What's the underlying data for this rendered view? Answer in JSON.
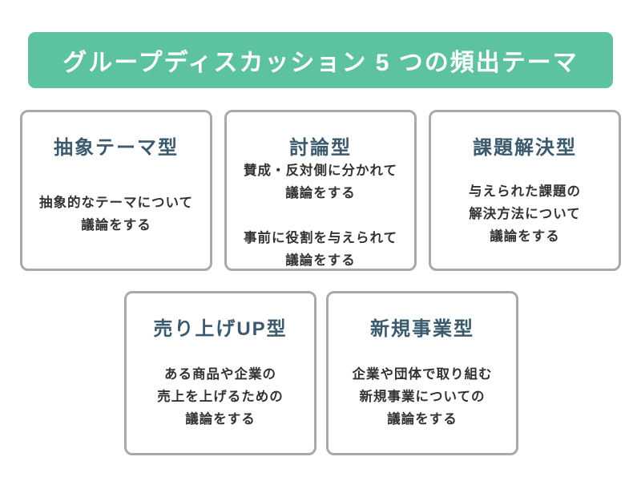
{
  "banner": {
    "title": "グループディスカッション 5 つの頻出テーマ",
    "bg_color": "#5cc2a0",
    "text_color": "#ffffff"
  },
  "cards": [
    {
      "title": "抽象テーマ型",
      "body": "抽象的なテーマについて\n議論をする"
    },
    {
      "title": "討論型",
      "body": "賛成・反対側に分かれて\n議論をする\n\n事前に役割を与えられて\n議論をする"
    },
    {
      "title": "課題解決型",
      "body": "与えられた課題の\n解決方法について\n議論をする"
    },
    {
      "title": "売り上げUP型",
      "body": "ある商品や企業の\n売上を上げるための\n議論をする"
    },
    {
      "title": "新規事業型",
      "body": "企業や団体で取り組む\n新規事業についての\n議論をする"
    }
  ],
  "colors": {
    "card_title": "#3c5a6d",
    "card_body": "#333333",
    "card_border": "#a9a9a9"
  }
}
